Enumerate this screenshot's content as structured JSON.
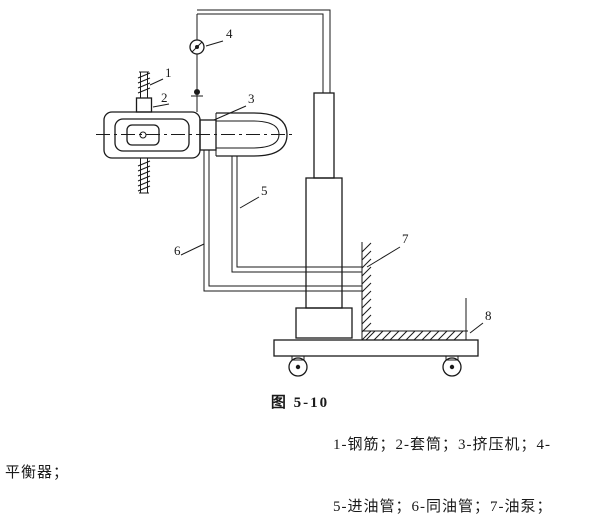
{
  "figure": {
    "caption": "图 5-10",
    "callouts": [
      "1",
      "2",
      "3",
      "4",
      "5",
      "6",
      "7",
      "8"
    ]
  },
  "legend": {
    "line1": "1-钢筋；2-套筒；3-挤压机；4-",
    "line2": "平衡器；",
    "line3": "5-进油管；6-同油管；7-油泵；"
  },
  "colors": {
    "ink": "#1a1a1a",
    "paper": "#ffffff"
  }
}
